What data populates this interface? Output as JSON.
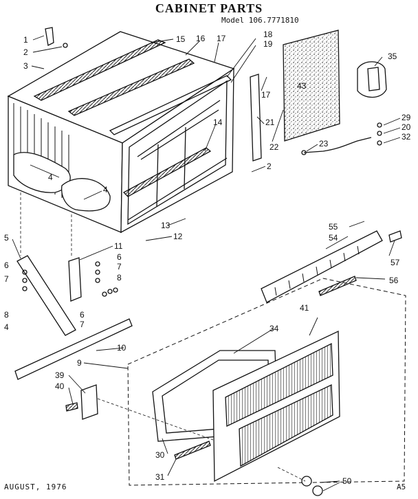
{
  "header": {
    "title": "CABINET PARTS",
    "model_prefix": "Model",
    "model_number": "106.7771810"
  },
  "footer": {
    "date": "AUGUST, 1976",
    "page": "A5"
  },
  "callouts": [
    "1",
    "2",
    "3",
    "15",
    "16",
    "17",
    "18",
    "19",
    "35",
    "43",
    "17",
    "21",
    "29",
    "20",
    "32",
    "22",
    "23",
    "14",
    "4",
    "4",
    "2",
    "13",
    "12",
    "55",
    "54",
    "57",
    "56",
    "5",
    "11",
    "6",
    "7",
    "8",
    "6",
    "7",
    "8",
    "4",
    "6",
    "7",
    "10",
    "41",
    "34",
    "9",
    "39",
    "40",
    "30",
    "31",
    "50"
  ]
}
